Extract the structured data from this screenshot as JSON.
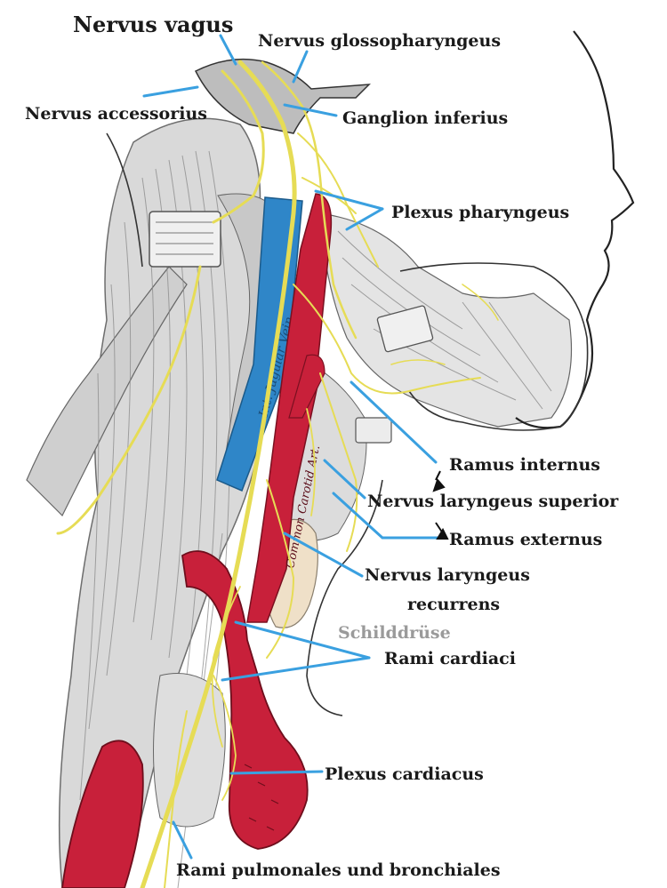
{
  "labels": {
    "vagus": "Nervus vagus",
    "glossopharyngeus": "Nervus glossopharyngeus",
    "accessorius": "Nervus accessorius",
    "ganglion_inferius": "Ganglion inferius",
    "plexus_pharyngeus": "Plexus pharyngeus",
    "ramus_internus": "Ramus internus",
    "laryngeus_superior": "Nervus laryngeus superior",
    "ramus_externus": "Ramus externus",
    "laryngeus_recurrens_line1": "Nervus laryngeus",
    "laryngeus_recurrens_line2": "recurrens",
    "schilddruese": "Schilddrüse",
    "rami_cardiaci": "Rami cardiaci",
    "plexus_cardiacus": "Plexus cardiacus",
    "rami_pulmonales": "Rami pulmonales und bronchiales"
  },
  "vessel_text": {
    "jugular_vein": "Int. Jugular Vein",
    "carotid": "Common Carotid Art."
  },
  "colors": {
    "nerve": "#e6dc55",
    "vein": "#2f86c8",
    "artery": "#c8203a",
    "leader": "#3aa0e0",
    "thyroid": "#efe0c8"
  }
}
